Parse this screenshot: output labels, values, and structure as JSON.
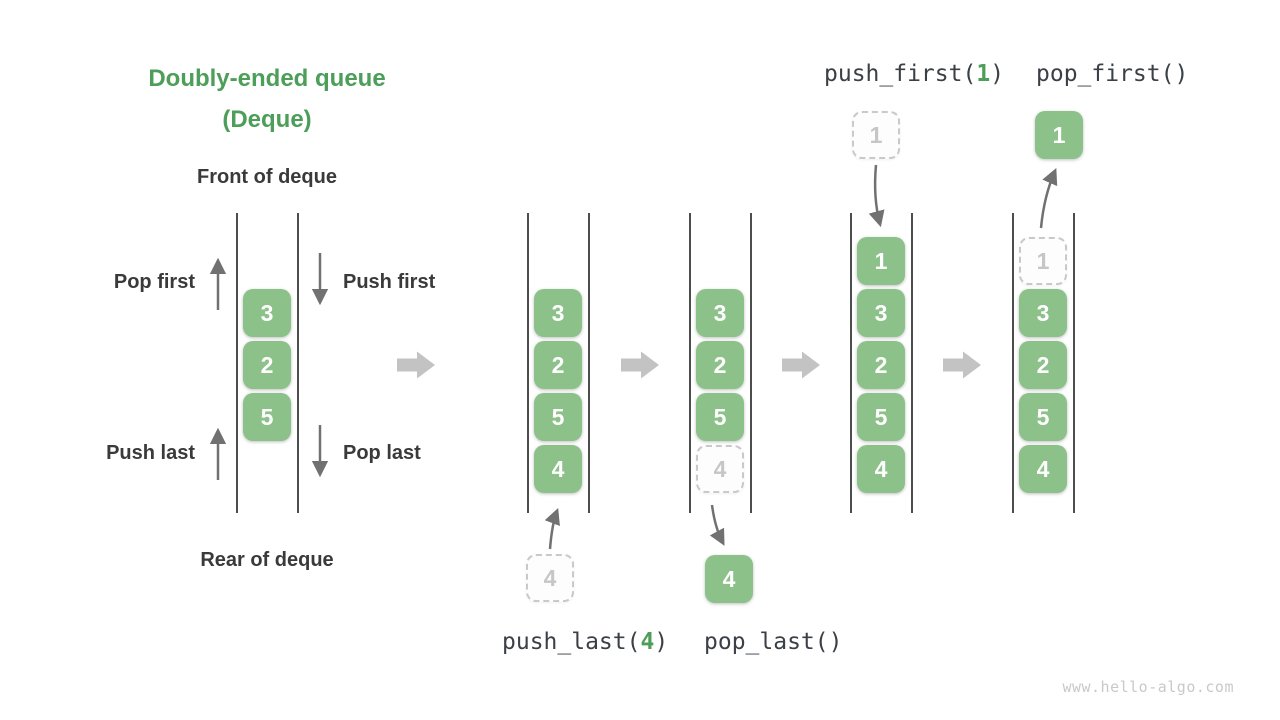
{
  "watermark": "www.hello-algo.com",
  "title": {
    "line1": "Doubly-ended queue",
    "line2": "(Deque)"
  },
  "labels": {
    "front": "Front of deque",
    "rear": "Rear of deque",
    "pop_first": "Pop first",
    "push_first": "Push first",
    "push_last": "Push last",
    "pop_last": "Pop last"
  },
  "ops": {
    "push_first": {
      "pre": "push_first(",
      "arg": "1",
      "post": ")"
    },
    "pop_first": {
      "pre": "pop_first()",
      "arg": "",
      "post": ""
    },
    "push_last": {
      "pre": "push_last(",
      "arg": "4",
      "post": ")"
    },
    "pop_last": {
      "pre": "pop_last()",
      "arg": "",
      "post": ""
    }
  },
  "stages": [
    {
      "cells": [
        "3",
        "2",
        "5"
      ]
    },
    {
      "cells": [
        "3",
        "2",
        "5",
        "4"
      ]
    },
    {
      "cells": [
        "3",
        "2",
        "5"
      ],
      "ghost": "4"
    },
    {
      "cells": [
        "1",
        "3",
        "2",
        "5",
        "4"
      ]
    },
    {
      "cells": [
        "3",
        "2",
        "5",
        "4"
      ],
      "ghost": "1"
    }
  ],
  "floating": {
    "push_last_in": "4",
    "pop_last_out": "4",
    "push_first_in": "1",
    "pop_first_out": "1"
  },
  "colors": {
    "accent_green": "#4C9E58",
    "cell_green": "#8DC18A",
    "cell_text": "#FFFFFF",
    "ghost_gray": "#C6C6C6",
    "thin_arrow_gray": "#717171",
    "block_arrow_gray": "#C3C3C3",
    "wall_gray": "#4D4D4D",
    "text_dark": "#3A3A3A",
    "watermark_gray": "#C9C9C9"
  }
}
